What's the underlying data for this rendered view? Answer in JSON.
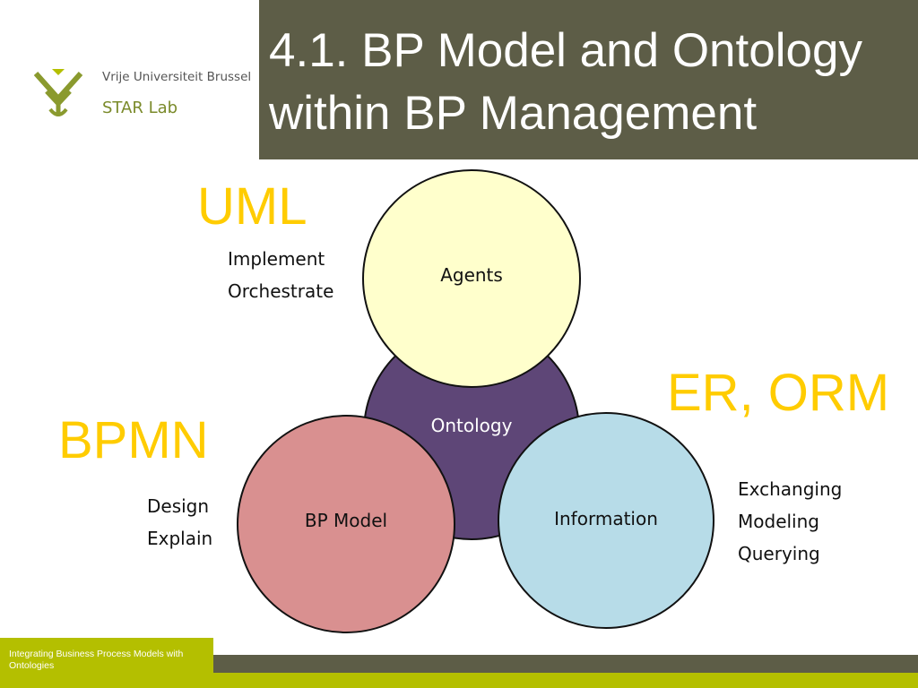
{
  "logo": {
    "university": "Vrije Universiteit Brussel",
    "lab": "STAR Lab",
    "colors": {
      "mark": "#8a9a2e",
      "accent": "#b4bf00"
    }
  },
  "title": {
    "line1": "4.1. BP Model and Ontology",
    "line2": "within BP Management"
  },
  "diagram": {
    "circles": [
      {
        "label": "Ontology",
        "color": "#5e4677",
        "text_color": "#ffffff"
      },
      {
        "label": "Agents",
        "color": "#ffffcc",
        "text_color": "#111111"
      },
      {
        "label": "BP Model",
        "color": "#d99090",
        "text_color": "#111111"
      },
      {
        "label": "Information",
        "color": "#b7dce8",
        "text_color": "#111111"
      }
    ],
    "notations": [
      {
        "name": "UML",
        "verbs": [
          "Implement",
          "Orchestrate"
        ]
      },
      {
        "name": "BPMN",
        "verbs": [
          "Design",
          "Explain"
        ]
      },
      {
        "name": "ER, ORM",
        "verbs": [
          "Exchanging",
          "Modeling",
          "Querying"
        ]
      }
    ],
    "notation_color": "#ffcc00"
  },
  "footer": {
    "text": "Integrating Business Process Models with Ontologies",
    "colors": {
      "band": "#5d5d47",
      "accent": "#b4bf00"
    }
  }
}
